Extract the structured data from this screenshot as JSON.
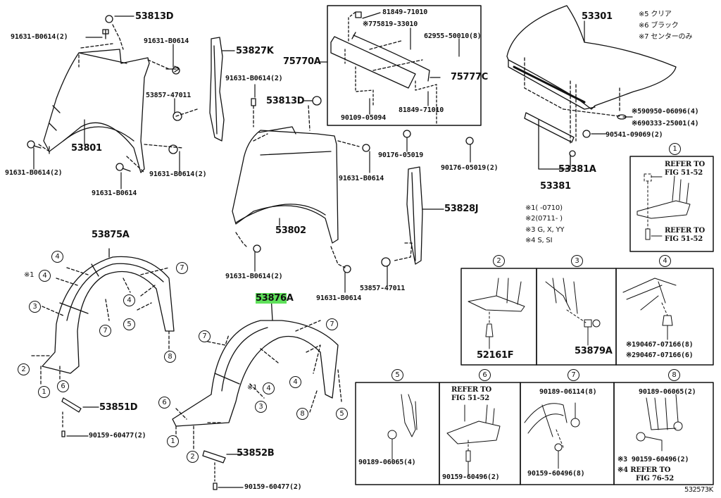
{
  "diagram": {
    "title": "Front Fender, Hood & Fender Liner Parts Diagram",
    "figure_code": "532573K",
    "highlight_color": "#5ee05a",
    "notes_jp": [
      {
        "mark": "※5",
        "text": "クリア"
      },
      {
        "mark": "※6",
        "text": "ブラック"
      },
      {
        "mark": "※7",
        "text": "センターのみ"
      }
    ],
    "notes": [
      {
        "mark": "※1",
        "text": "(      -0710)"
      },
      {
        "mark": "※2",
        "text": "(0711-      )"
      },
      {
        "mark": "※3",
        "text": "G, X, YY"
      },
      {
        "mark": "※4",
        "text": "S, SI"
      }
    ],
    "parts": {
      "p53813D_a": "53813D",
      "p91631_lh_top_qty": "91631-B0614(2)",
      "p91631_lh_top": "91631-B0614",
      "p53857_lh": "53857-47011",
      "p53827K": "53827K",
      "p53801": "53801",
      "p91631_lh_bl": "91631-B0614(2)",
      "p91631_lh_bm": "91631-B0614",
      "p91631_lh_br": "91631-B0614(2)",
      "p91631_rh_top": "91631-B0614(2)",
      "p53813D_b": "53813D",
      "p75770A": "75770A",
      "p81849_top": "81849-71010",
      "p775819": "※775819-33010",
      "p62955": "62955-50010(8)",
      "p75777C": "75777C",
      "p81849_bot": "81849-71010",
      "p90109": "90109-05094",
      "p90176_a": "90176-05019",
      "p90176_b": "90176-05019(2)",
      "p91631_rh_mid": "91631-B0614",
      "p53828J": "53828J",
      "p53802": "53802",
      "p91631_rh_bl": "91631-B0614(2)",
      "p91631_rh_bm": "91631-B0614",
      "p53857_rh": "53857-47011",
      "p53301": "53301",
      "p90950": "※590950-06096(4)",
      "p90333": "※690333-25001(4)",
      "p90541": "90541-09069(2)",
      "p53381A": "53381A",
      "p53381": "53381",
      "p53875A": "53875A",
      "p53876": "53876",
      "p53876_suffix": "A",
      "p53851D": "53851D",
      "p90159_lh": "90159-60477(2)",
      "p53852B": "53852B",
      "p90159_rh": "90159-60477(2)",
      "note_prefix_1": "※1"
    },
    "details": [
      {
        "num": "1",
        "refer_top": [
          "REFER TO",
          "FIG 51-52"
        ],
        "refer_bottom": [
          "REFER TO",
          "FIG 51-52"
        ]
      },
      {
        "num": "2",
        "part": "52161F"
      },
      {
        "num": "3",
        "part": "53879A"
      },
      {
        "num": "4",
        "parts": [
          "※190467-07166(8)",
          "※290467-07166(6)"
        ]
      },
      {
        "num": "5",
        "part": "90189-06065(4)"
      },
      {
        "num": "6",
        "refer": [
          "REFER TO",
          "FIG 51-52"
        ],
        "part": "90159-60496(2)"
      },
      {
        "num": "7",
        "parts": [
          "90189-06114(8)",
          "90159-60496(8)"
        ]
      },
      {
        "num": "8",
        "parts": [
          "90189-06065(2)",
          "※3 90159-60496(2)"
        ],
        "refer": [
          "※4 REFER TO",
          "FIG 76-52"
        ]
      }
    ],
    "callouts": [
      "1",
      "2",
      "3",
      "4",
      "5",
      "6",
      "7",
      "8"
    ]
  }
}
